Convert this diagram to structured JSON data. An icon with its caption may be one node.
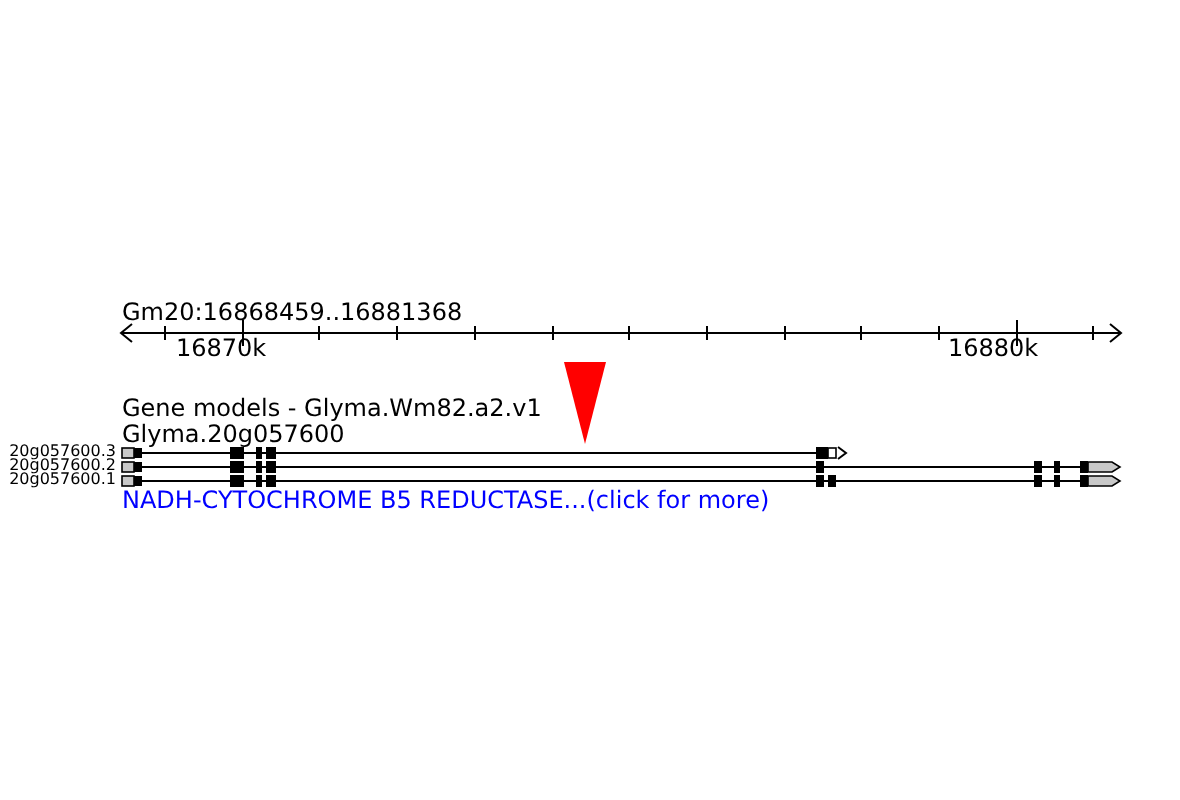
{
  "diagram": {
    "labels": [
      "Gm20:16868459..16881368",
      "16870k",
      "16880k",
      "Gene models - Glyma.Wm82.a2.v1",
      "Glyma.20g057600",
      "20g057600.3",
      "20g057600.2",
      "20g057600.1",
      "NADH-CYTOCHROME B5 REDUCTASE...(click for more)"
    ]
  }
}
